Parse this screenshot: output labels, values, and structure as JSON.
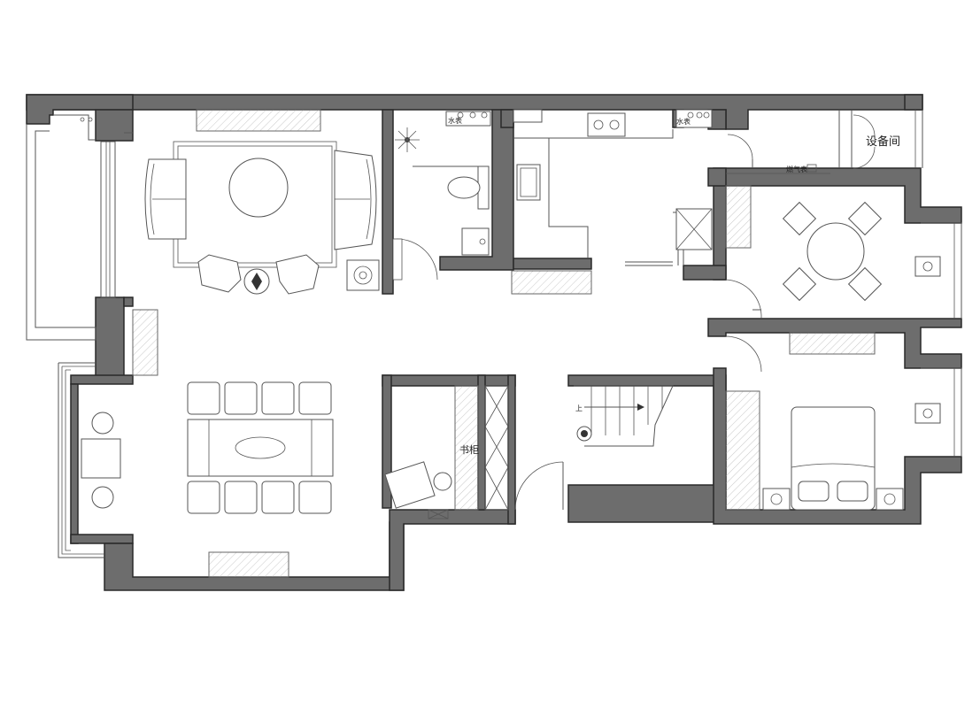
{
  "labels": {
    "equipment_room": "设备间",
    "water_meter_left": "水表",
    "water_meter_right": "水表",
    "gas_meter": "燃气表",
    "bookcase": "书柜",
    "stair_up": "上"
  }
}
